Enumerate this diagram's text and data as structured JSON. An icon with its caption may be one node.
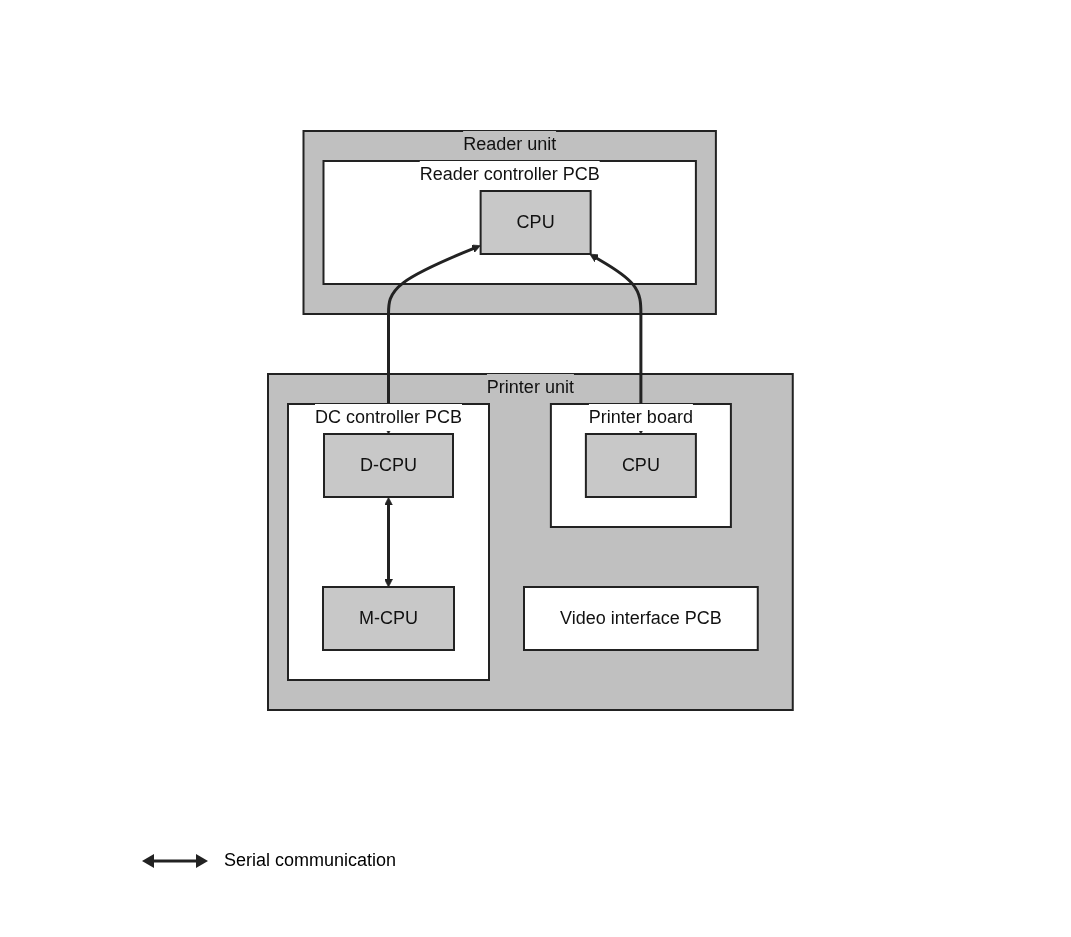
{
  "diagram": {
    "nodes": [
      {
        "text": [
          "Reader unit"
        ]
      },
      {
        "text": [
          "Reader controller PCB"
        ],
        "in": 0
      },
      {
        "text": [
          "CPU"
        ],
        "in": 1
      },
      {
        "text": [
          "Printer unit"
        ]
      },
      {
        "text": [
          "Video interface PCB"
        ],
        "in": 3
      },
      {
        "text": [
          "Printer board"
        ],
        "in": 3
      },
      {
        "text": [
          "CPU"
        ],
        "in": 5
      },
      {
        "text": [
          "DC controller PCB"
        ],
        "in": 3
      },
      {
        "text": [
          "D-CPU"
        ],
        "in": 7
      },
      {
        "text": [
          "M-CPU"
        ],
        "in": 7
      }
    ],
    "edges": [
      {
        "from": 2,
        "to": 6,
        "arrow": "both"
      },
      {
        "from": 2,
        "to": 8,
        "arrow": "both"
      },
      {
        "from": 8,
        "to": 9,
        "arrow": "both"
      }
    ],
    "legend": [
      {
        "text": "Serial communication"
      }
    ]
  }
}
